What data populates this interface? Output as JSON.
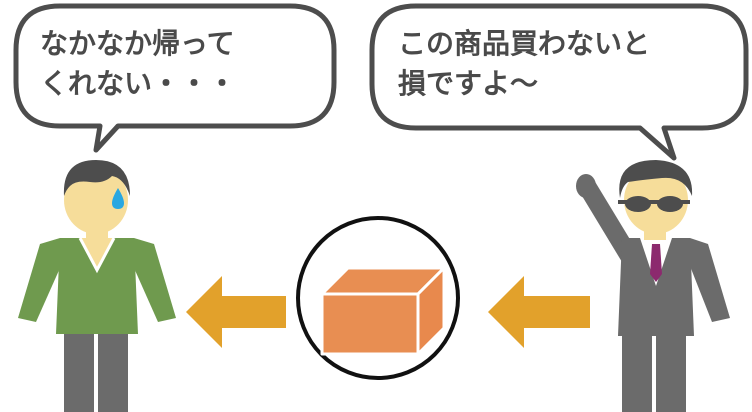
{
  "left_bubble": {
    "line1": "なかなか帰って",
    "line2": "くれない・・・"
  },
  "right_bubble": {
    "line1": "この商品買わないと",
    "line2": "損ですよ〜"
  },
  "colors": {
    "customer_jacket": "#6f9a4e",
    "salesman_suit": "#6b6b6b",
    "skin": "#f6dd9a",
    "hair": "#4d4d4d",
    "arrow": "#e2a12b",
    "box_front": "#e88e52",
    "box_side": "#e8894d",
    "tie": "#8c2a6e",
    "outline": "#4d4d4d",
    "sweat_drop": "#29a7e1"
  },
  "icons": {
    "product": "box-icon",
    "direction_left_1": "arrow-left-icon",
    "direction_left_2": "arrow-left-icon"
  }
}
